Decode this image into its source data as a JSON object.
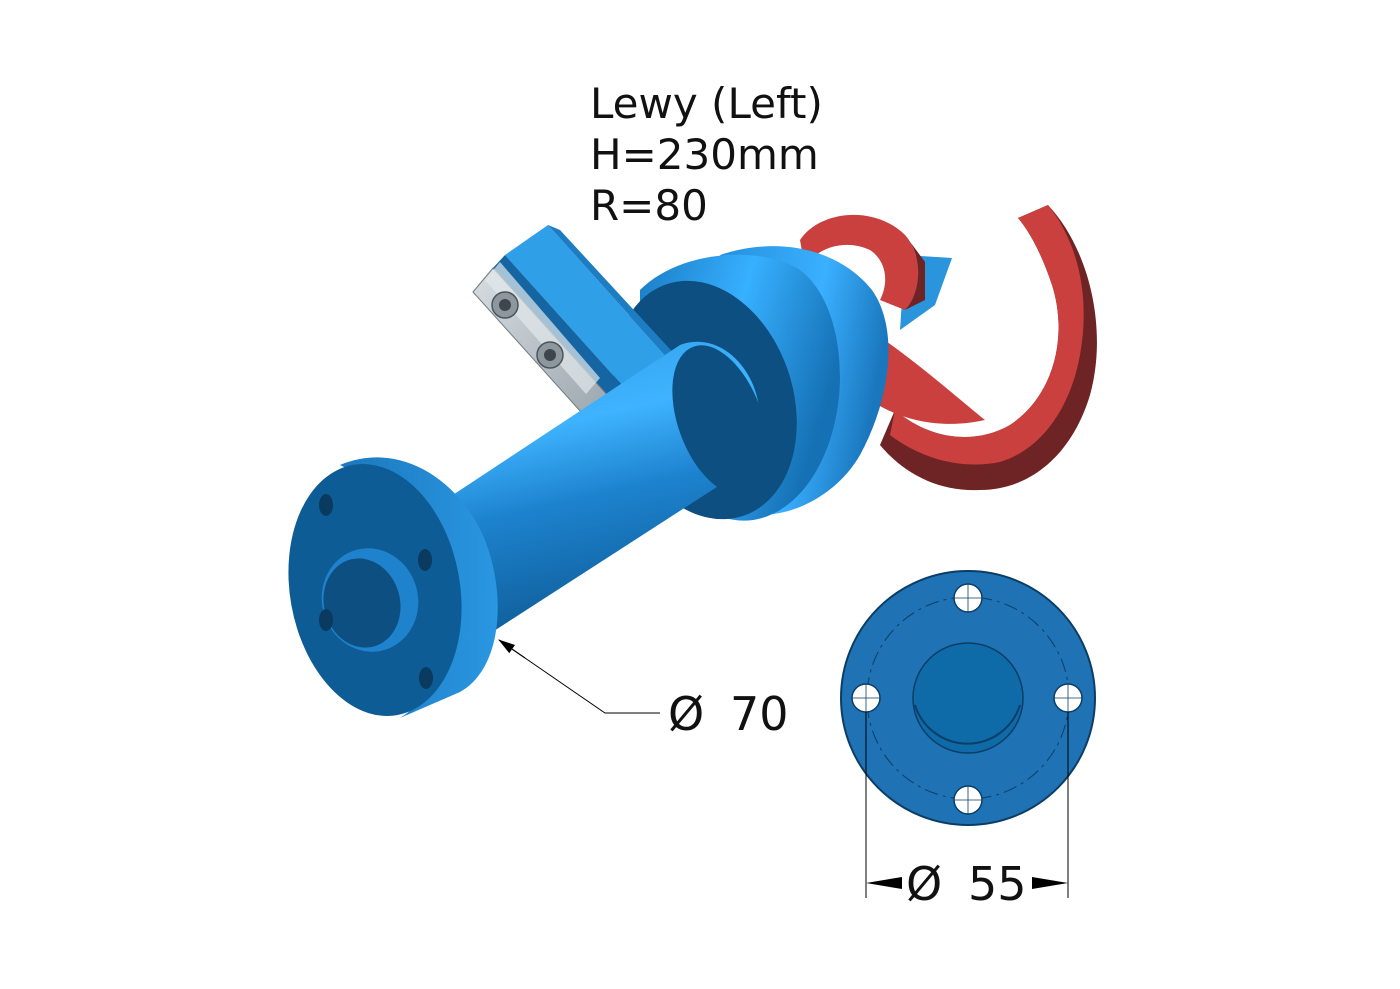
{
  "title_lines": [
    "Lewy (Left)",
    "H=230mm",
    "R=80"
  ],
  "dimensions": {
    "flange_outer": {
      "symbol": "Ø",
      "value": "70"
    },
    "bolt_circle": {
      "symbol": "Ø",
      "value": "55"
    }
  },
  "icons": {
    "diameter_symbol": "diameter-icon"
  },
  "colors": {
    "part_blue": "#1f86d0",
    "part_blue_dark": "#0d4f80",
    "part_blue_light": "#36b2ff",
    "tine_red": "#c9403e",
    "tine_red_dark": "#6e2424",
    "clamp_gray": "#b7c0c6"
  }
}
